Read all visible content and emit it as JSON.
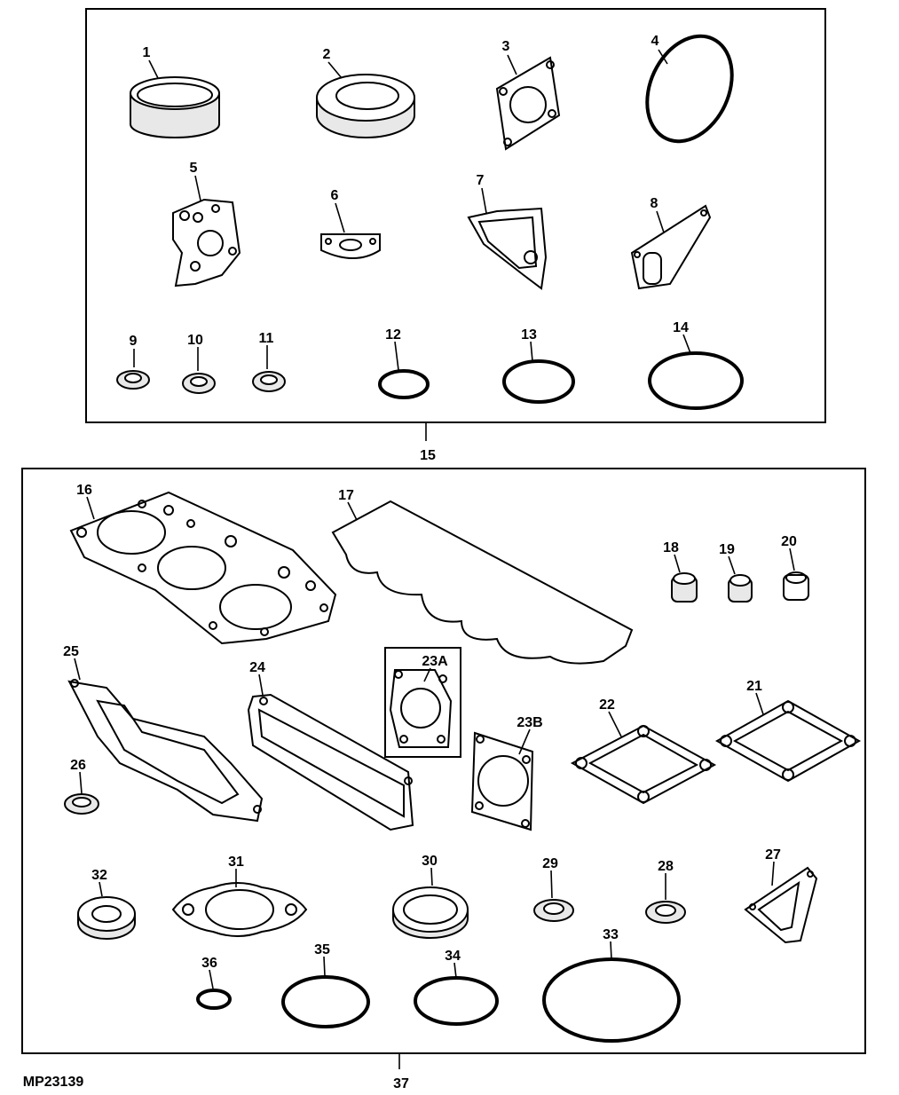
{
  "figure_id": "MP23139",
  "labels": {
    "p1": "1",
    "p2": "2",
    "p3": "3",
    "p4": "4",
    "p5": "5",
    "p6": "6",
    "p7": "7",
    "p8": "8",
    "p9": "9",
    "p10": "10",
    "p11": "11",
    "p12": "12",
    "p13": "13",
    "p14": "14",
    "p15": "15",
    "p16": "16",
    "p17": "17",
    "p18": "18",
    "p19": "19",
    "p20": "20",
    "p21": "21",
    "p22": "22",
    "p23a": "23A",
    "p23b": "23B",
    "p24": "24",
    "p25": "25",
    "p26": "26",
    "p27": "27",
    "p28": "28",
    "p29": "29",
    "p30": "30",
    "p31": "31",
    "p32": "32",
    "p33": "33",
    "p34": "34",
    "p35": "35",
    "p36": "36",
    "p37": "37"
  }
}
